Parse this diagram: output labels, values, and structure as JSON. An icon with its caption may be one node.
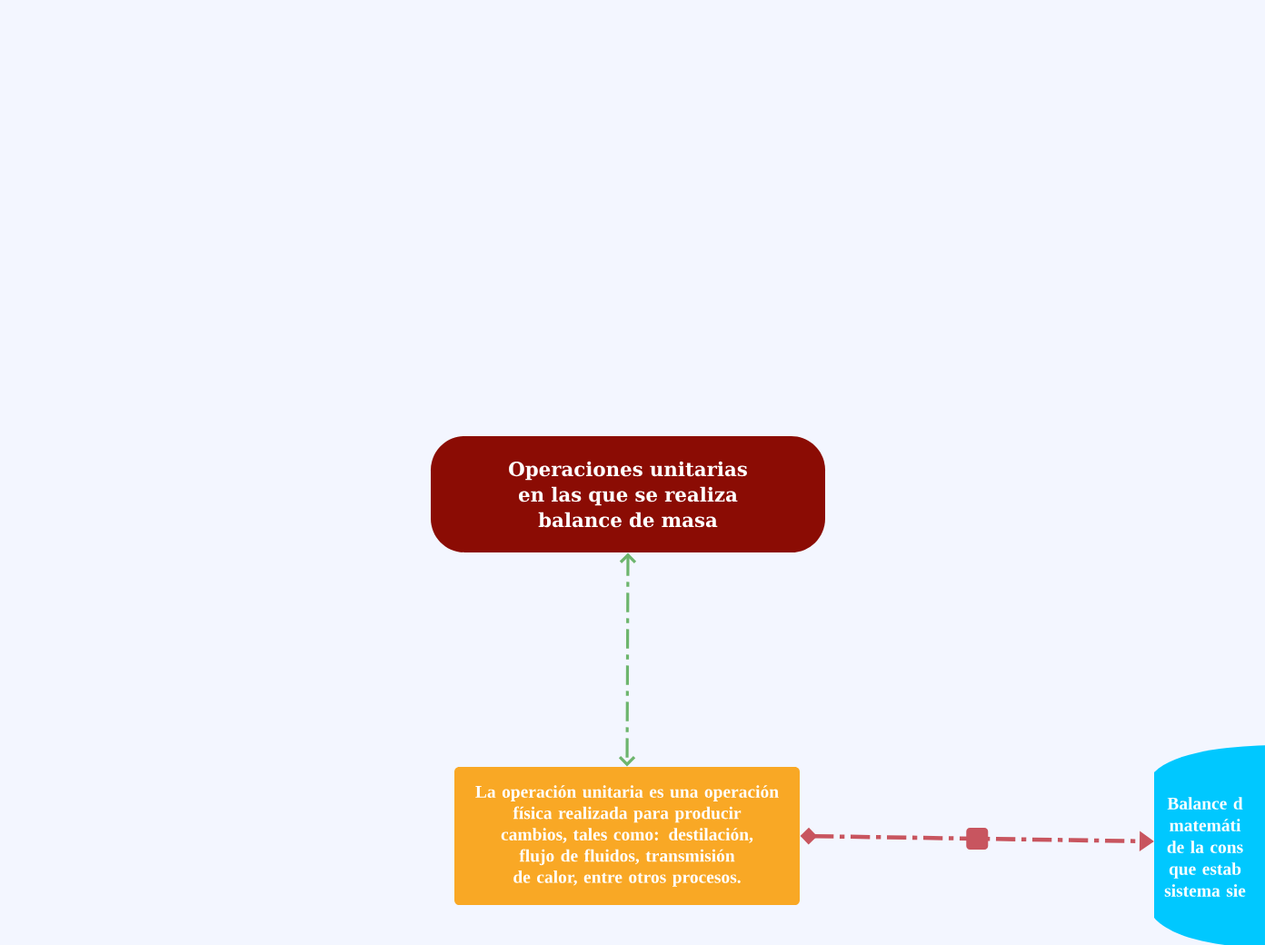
{
  "diagram": {
    "nodes": [
      {
        "text": [
          "Operaciones unitarias en las que se realiza balance de masa"
        ]
      },
      {
        "text": [
          "La operación unitaria es una operación física realizada para producir cambios, tales como: destilación, flujo de fluidos, transmisión de calor, entre otros procesos."
        ]
      },
      {
        "text": [
          "Balance d matemáti de la cons que estab sistema sie"
        ]
      }
    ],
    "edges": [
      {
        "from": 0,
        "to": 1,
        "arrow": "both",
        "style": "dashed",
        "color": "#6db56d"
      },
      {
        "from": 1,
        "to": 2,
        "arrow": "to",
        "style": "dashed",
        "color": "#c8555f"
      }
    ]
  }
}
